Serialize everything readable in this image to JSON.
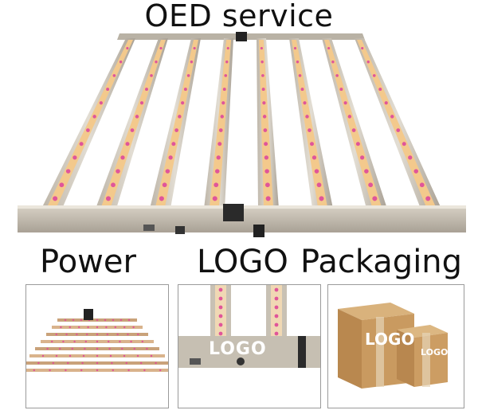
{
  "title": "OED service",
  "labels": {
    "power": "Power",
    "logo": "LOGO",
    "packaging": "Packaging"
  },
  "panels": {
    "logo_panel_text": "LOGO",
    "box_big_text": "LOGO",
    "box_small_text": "LOGO"
  },
  "colors": {
    "frame": "#c9c3b7",
    "led_pink": "#e0559a",
    "led_warm": "#f3c98c",
    "box": "#c89a62"
  }
}
